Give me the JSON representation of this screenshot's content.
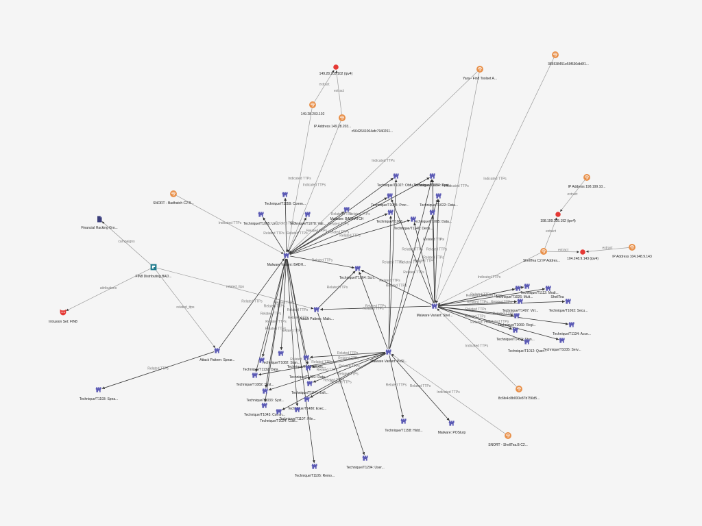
{
  "colors": {
    "background": "#f5f5f5",
    "indicator": "#e8904a",
    "observable": "#e53935",
    "attack_pattern": "#5c5bb5",
    "intrusion_set": "#e53935",
    "campaign": "#1e7a8c",
    "report": "#3a3d7a",
    "edge": "#3a3a3a",
    "edge_light": "#9a9a9a",
    "edge_label": "#777777"
  },
  "nodes": [
    {
      "id": "ip1_obs",
      "label": "149.28.203.102 (ipv4)",
      "type": "observable",
      "icon": "dot-icon"
    },
    {
      "id": "ip1_ind",
      "label": "149.28.203.102",
      "type": "indicator",
      "icon": "fingerprint-icon"
    },
    {
      "id": "ip1_ind2",
      "label": "IP Address 149.28.203...",
      "type": "indicator",
      "icon": "fingerprint-icon"
    },
    {
      "id": "hash1",
      "label": "c5642641064afc7940261...",
      "type": "indicator",
      "icon": "fingerprint-icon"
    },
    {
      "id": "yara",
      "label": "Yara - Fin8 Toolset A...",
      "type": "indicator",
      "icon": "fingerprint-icon"
    },
    {
      "id": "hash2",
      "label": "385538451e59f630db6f1...",
      "type": "indicator",
      "icon": "fingerprint-icon"
    },
    {
      "id": "snort1",
      "label": "SNORT - Badhatch C2 B...",
      "type": "indicator",
      "icon": "fingerprint-icon"
    },
    {
      "id": "report",
      "label": "Financial Hacking Gro...",
      "type": "report",
      "icon": "document-icon"
    },
    {
      "id": "campaign",
      "label": "FIN8 Distributing BAD...",
      "type": "campaign",
      "icon": "campaign-icon"
    },
    {
      "id": "intrusion",
      "label": "Intrusion Set: FIN8",
      "type": "intrusion",
      "icon": "intrusion-icon"
    },
    {
      "id": "ip2_ind",
      "label": "IP Address 198.199.10...",
      "type": "indicator",
      "icon": "fingerprint-icon"
    },
    {
      "id": "ip2_obs",
      "label": "198.199.105.192 (ipv4)",
      "type": "observable",
      "icon": "dot-icon"
    },
    {
      "id": "shelltea_c2",
      "label": "ShellTea C2 IP Addres...",
      "type": "indicator",
      "icon": "fingerprint-icon"
    },
    {
      "id": "ip3_obs",
      "label": "104.248.9.143 (ipv4)",
      "type": "observable",
      "icon": "dot-icon"
    },
    {
      "id": "ip3_ind",
      "label": "IP Address 104.248.9.143",
      "type": "indicator",
      "icon": "fingerprint-icon"
    },
    {
      "id": "mv_badh",
      "label": "Malware Variant: BADH...",
      "type": "attack_pattern",
      "icon": "castle-icon"
    },
    {
      "id": "mv_shel",
      "label": "Malware Variant: Shel...",
      "type": "attack_pattern",
      "icon": "castle-icon"
    },
    {
      "id": "mv_posl",
      "label": "Malware Variant: PoSl...",
      "type": "attack_pattern",
      "icon": "castle-icon"
    },
    {
      "id": "malware_badhatch",
      "label": "Malware: BADHATCH",
      "type": "attack_pattern",
      "icon": "castle-icon"
    },
    {
      "id": "malware_poslurp",
      "label": "Malware: POSlurp",
      "type": "attack_pattern",
      "icon": "castle-icon"
    },
    {
      "id": "ap_malic",
      "label": "Attack Pattern: Malic...",
      "type": "attack_pattern",
      "icon": "castle-icon"
    },
    {
      "id": "ap_spear",
      "label": "Attack Pattern: Spear...",
      "type": "attack_pattern",
      "icon": "castle-icon"
    },
    {
      "id": "t1193",
      "label": "Technique/T1193: Spea...",
      "type": "attack_pattern",
      "icon": "castle-icon"
    },
    {
      "id": "t1059",
      "label": "Technique/T1059: Comm...",
      "type": "attack_pattern",
      "icon": "castle-icon"
    },
    {
      "id": "t1065",
      "label": "Technique/T1065: Un...",
      "type": "attack_pattern",
      "icon": "castle-icon"
    },
    {
      "id": "t1078",
      "label": "Technique/T1078: Vali...",
      "type": "attack_pattern",
      "icon": "castle-icon"
    },
    {
      "id": "t1124",
      "label": "Technique/T1124: Syst...",
      "type": "attack_pattern",
      "icon": "castle-icon"
    },
    {
      "id": "t1027",
      "label": "Technique/T1027: Obfu...",
      "type": "attack_pattern",
      "icon": "castle-icon"
    },
    {
      "id": "t1057",
      "label": "Technique/T1057: Proc...",
      "type": "attack_pattern",
      "icon": "castle-icon"
    },
    {
      "id": "t1055",
      "label": "Technique/T1055: Proc...",
      "type": "attack_pattern",
      "icon": "castle-icon"
    },
    {
      "id": "t1022",
      "label": "Technique/T1022: Data...",
      "type": "attack_pattern",
      "icon": "castle-icon"
    },
    {
      "id": "t1086",
      "label": "Technique/T1086...",
      "type": "attack_pattern",
      "icon": "castle-icon"
    },
    {
      "id": "t1005",
      "label": "Technique/T1005: Data...",
      "type": "attack_pattern",
      "icon": "castle-icon"
    },
    {
      "id": "t1140",
      "label": "Technique/T1140: Deob...",
      "type": "attack_pattern",
      "icon": "castle-icon"
    },
    {
      "id": "t1064",
      "label": "Technique/T1064: Scri...",
      "type": "attack_pattern",
      "icon": "castle-icon"
    },
    {
      "id": "t1112",
      "label": "Technique/T1112: Modi...",
      "type": "attack_pattern",
      "icon": "castle-icon"
    },
    {
      "id": "t1026",
      "label": "Technique/T1026: Mult...",
      "type": "attack_pattern",
      "icon": "castle-icon"
    },
    {
      "id": "shelltea_ap",
      "label": "ShellTea",
      "type": "attack_pattern",
      "icon": "castle-icon"
    },
    {
      "id": "t1497",
      "label": "Technique/T1497: Virt...",
      "type": "attack_pattern",
      "icon": "castle-icon"
    },
    {
      "id": "t1063",
      "label": "Technique/T1063: Secu...",
      "type": "attack_pattern",
      "icon": "castle-icon"
    },
    {
      "id": "t1060",
      "label": "Technique/T1060: Regi...",
      "type": "attack_pattern",
      "icon": "castle-icon"
    },
    {
      "id": "t1437",
      "label": "Technique/T1437: Stan...",
      "type": "attack_pattern",
      "icon": "castle-icon"
    },
    {
      "id": "t1134",
      "label": "Technique/T1134: Acce...",
      "type": "attack_pattern",
      "icon": "castle-icon"
    },
    {
      "id": "t1012",
      "label": "Technique/T1012: Quer...",
      "type": "attack_pattern",
      "icon": "castle-icon"
    },
    {
      "id": "t1035",
      "label": "Technique/T1035: Serv...",
      "type": "attack_pattern",
      "icon": "castle-icon"
    },
    {
      "id": "t1082a",
      "label": "Technique/T1082: Stan...",
      "type": "attack_pattern",
      "icon": "castle-icon"
    },
    {
      "id": "t1132",
      "label": "Technique/T1132: Data...",
      "type": "attack_pattern",
      "icon": "castle-icon"
    },
    {
      "id": "t1204x",
      "label": "Technique/T1204: Exec...",
      "type": "attack_pattern",
      "icon": "castle-icon"
    },
    {
      "id": "t1001",
      "label": "Technique/T1001: Data...",
      "type": "attack_pattern",
      "icon": "castle-icon"
    },
    {
      "id": "t1082b",
      "label": "Technique/T1082: Syst...",
      "type": "attack_pattern",
      "icon": "castle-icon"
    },
    {
      "id": "t1041",
      "label": "Technique/T1041: Exfi...",
      "type": "attack_pattern",
      "icon": "castle-icon"
    },
    {
      "id": "t1033",
      "label": "Technique/T1033: Syst...",
      "type": "attack_pattern",
      "icon": "castle-icon"
    },
    {
      "id": "t1480",
      "label": "Technique/T1480: Exec...",
      "type": "attack_pattern",
      "icon": "castle-icon"
    },
    {
      "id": "t1043",
      "label": "Technique/T1043: Comm...",
      "type": "attack_pattern",
      "icon": "castle-icon"
    },
    {
      "id": "t1107",
      "label": "Technique/T1107: File...",
      "type": "attack_pattern",
      "icon": "castle-icon"
    },
    {
      "id": "t1024",
      "label": "Technique/T1024: Cust...",
      "type": "attack_pattern",
      "icon": "castle-icon"
    },
    {
      "id": "t1158",
      "label": "Technique/T1158: Hidd...",
      "type": "attack_pattern",
      "icon": "castle-icon"
    },
    {
      "id": "t1204",
      "label": "Technique/T1204: User...",
      "type": "attack_pattern",
      "icon": "castle-icon"
    },
    {
      "id": "t1105",
      "label": "Technique/T1105: Remo...",
      "type": "attack_pattern",
      "icon": "castle-icon"
    },
    {
      "id": "snort2",
      "label": "SNORT - ShellTea.B C2...",
      "type": "indicator",
      "icon": "fingerprint-icon"
    },
    {
      "id": "hash3",
      "label": "8c6fe4c8b000e87b756d5...",
      "type": "indicator",
      "icon": "fingerprint-icon"
    }
  ],
  "edges": [
    {
      "from": "ip1_ind",
      "to": "ip1_obs",
      "label": "extract"
    },
    {
      "from": "ip1_ind2",
      "to": "ip1_obs",
      "label": "extract"
    },
    {
      "from": "ip2_ind",
      "to": "ip2_obs",
      "label": "extract"
    },
    {
      "from": "shelltea_c2",
      "to": "ip2_obs",
      "label": "extract"
    },
    {
      "from": "shelltea_c2",
      "to": "ip3_obs",
      "label": "extract"
    },
    {
      "from": "ip3_ind",
      "to": "ip3_obs",
      "label": "extract"
    },
    {
      "from": "campaign",
      "to": "report",
      "label": "campaigns"
    },
    {
      "from": "campaign",
      "to": "intrusion",
      "label": "attributions"
    },
    {
      "from": "campaign",
      "to": "ap_spear",
      "label": "related_ttps"
    },
    {
      "from": "campaign",
      "to": "ap_malic",
      "label": "related_ttps"
    },
    {
      "from": "ap_spear",
      "to": "t1193",
      "label": "Related TTPs"
    },
    {
      "from": "snort1",
      "to": "mv_badh",
      "label": "Indicated TTPs"
    },
    {
      "from": "ip1_ind",
      "to": "mv_badh",
      "label": "Indicated TTPs"
    },
    {
      "from": "hash1",
      "to": "mv_badh",
      "label": "Indicated TTPs"
    },
    {
      "from": "yara",
      "to": "mv_badh",
      "label": "Indicated TTPs"
    },
    {
      "from": "yara",
      "to": "mv_shel",
      "label": "Indicated TTPs"
    },
    {
      "from": "hash2",
      "to": "mv_shel",
      "label": "Indicated TTPs"
    },
    {
      "from": "shelltea_c2",
      "to": "mv_shel",
      "label": "Indicated TTPs"
    },
    {
      "from": "hash3",
      "to": "mv_shel",
      "label": "Indicated TTPs"
    },
    {
      "from": "snort2",
      "to": "mv_posl",
      "label": "Indicated TTPs"
    },
    {
      "from": "mv_badh",
      "to": "t1059",
      "label": "Related TTPs"
    },
    {
      "from": "mv_badh",
      "to": "t1065",
      "label": "Related TTPs"
    },
    {
      "from": "mv_badh",
      "to": "t1078",
      "label": "Related TTPs"
    },
    {
      "from": "mv_badh",
      "to": "malware_badhatch",
      "label": "Related TTPs"
    },
    {
      "from": "mv_badh",
      "to": "t1124",
      "label": "Related TTPs"
    },
    {
      "from": "mv_badh",
      "to": "t1027",
      "label": "Related TTPs"
    },
    {
      "from": "mv_badh",
      "to": "t1055",
      "label": "Related TTPs"
    },
    {
      "from": "mv_badh",
      "to": "t1086",
      "label": "Related TTPs"
    },
    {
      "from": "mv_badh",
      "to": "t1140",
      "label": "Related TTPs"
    },
    {
      "from": "mv_badh",
      "to": "t1064",
      "label": "Related TTPs"
    },
    {
      "from": "mv_badh",
      "to": "t1082a",
      "label": "Related TTPs"
    },
    {
      "from": "mv_badh",
      "to": "t1132",
      "label": "Related TTPs"
    },
    {
      "from": "mv_badh",
      "to": "t1001",
      "label": "Related TTPs"
    },
    {
      "from": "mv_badh",
      "to": "t1082b",
      "label": "Related TTPs"
    },
    {
      "from": "mv_badh",
      "to": "t1041",
      "label": "Related TTPs"
    },
    {
      "from": "mv_badh",
      "to": "t1033",
      "label": "Related TTPs"
    },
    {
      "from": "mv_badh",
      "to": "t1043",
      "label": "Related TTPs"
    },
    {
      "from": "mv_badh",
      "to": "t1107",
      "label": "Related TTPs"
    },
    {
      "from": "mv_badh",
      "to": "t1105",
      "label": "Related TTPs"
    },
    {
      "from": "mv_shel",
      "to": "t1124",
      "label": "Related TTPs"
    },
    {
      "from": "mv_shel",
      "to": "t1057",
      "label": "Related TTPs"
    },
    {
      "from": "mv_shel",
      "to": "t1022",
      "label": "Related TTPs"
    },
    {
      "from": "mv_shel",
      "to": "t1005",
      "label": "Related TTPs"
    },
    {
      "from": "mv_shel",
      "to": "t1140",
      "label": "Related TTPs"
    },
    {
      "from": "mv_shel",
      "to": "t1055",
      "label": "Related TTPs"
    },
    {
      "from": "mv_shel",
      "to": "t1064",
      "label": "Related TTPs"
    },
    {
      "from": "mv_shel",
      "to": "t1112",
      "label": "Related TTPs"
    },
    {
      "from": "mv_shel",
      "to": "t1026",
      "label": "Related TTPs"
    },
    {
      "from": "mv_shel",
      "to": "shelltea_ap",
      "label": "Related TTPs"
    },
    {
      "from": "mv_shel",
      "to": "t1497",
      "label": "Related TTPs"
    },
    {
      "from": "mv_shel",
      "to": "t1063",
      "label": "Related TTPs"
    },
    {
      "from": "mv_shel",
      "to": "t1060",
      "label": "Related TTPs"
    },
    {
      "from": "mv_shel",
      "to": "t1437",
      "label": "Related TTPs"
    },
    {
      "from": "mv_shel",
      "to": "t1134",
      "label": "Related TTPs"
    },
    {
      "from": "mv_shel",
      "to": "t1012",
      "label": "Related TTPs"
    },
    {
      "from": "mv_shel",
      "to": "t1035",
      "label": "Related TTPs"
    },
    {
      "from": "mv_shel",
      "to": "ap_malic",
      "label": "Related TTPs"
    },
    {
      "from": "mv_posl",
      "to": "t1158",
      "label": "Related TTPs"
    },
    {
      "from": "mv_posl",
      "to": "malware_poslurp",
      "label": "Related TTPs"
    },
    {
      "from": "mv_posl",
      "to": "t1086",
      "label": "Related TTPs"
    },
    {
      "from": "mv_posl",
      "to": "t1027",
      "label": "Related TTPs"
    },
    {
      "from": "mv_posl",
      "to": "t1064",
      "label": "Related TTPs"
    },
    {
      "from": "mv_posl",
      "to": "t1480",
      "label": "Related TTPs"
    },
    {
      "from": "mv_posl",
      "to": "t1024",
      "label": "Related TTPs"
    },
    {
      "from": "mv_posl",
      "to": "t1204x",
      "label": "Related TTPs"
    },
    {
      "from": "mv_posl",
      "to": "t1001",
      "label": "Related TTPs"
    },
    {
      "from": "mv_posl",
      "to": "t1082b",
      "label": "Related TTPs"
    },
    {
      "from": "mv_posl",
      "to": "t1033",
      "label": "Related TTPs"
    },
    {
      "from": "mv_posl",
      "to": "t1041",
      "label": "Related TTPs"
    },
    {
      "from": "mv_posl",
      "to": "t1057",
      "label": "Related TTPs"
    },
    {
      "from": "mv_posl",
      "to": "t1022",
      "label": "Related TTPs"
    },
    {
      "from": "ap_malic",
      "to": "t1204",
      "label": "Related TTPs"
    },
    {
      "from": "ap_malic",
      "to": "t1064",
      "label": "Related TTPs"
    },
    {
      "from": "ap_spear",
      "to": "mv_badh",
      "label": "Related TTPs"
    }
  ]
}
